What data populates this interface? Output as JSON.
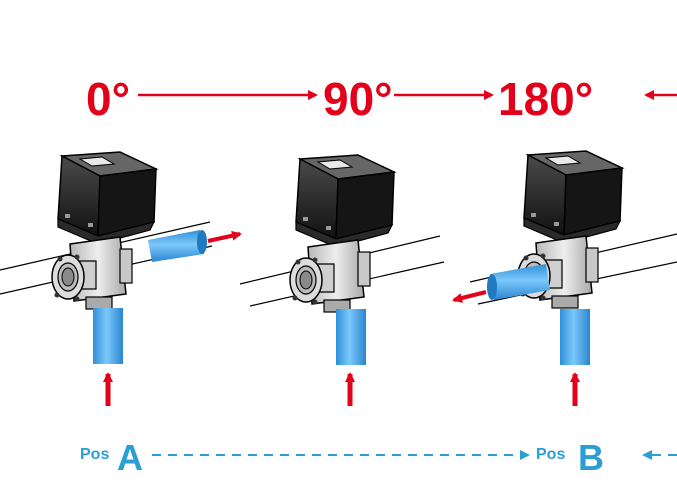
{
  "angles": [
    "0°",
    "90°",
    "180°"
  ],
  "positions": {
    "a": {
      "prefix": "Pos",
      "letter": "A"
    },
    "b": {
      "prefix": "Pos",
      "letter": "B"
    }
  },
  "colors": {
    "flow_arrow": "#e2001a",
    "pipe_port": "#3fa9f5",
    "position_text": "#2a9fd6",
    "actuator_body": "#1e1e1e",
    "valve_body": "#d9d9d9"
  },
  "icons": [
    "valve-actuator-icon",
    "flow-arrow-icon"
  ]
}
